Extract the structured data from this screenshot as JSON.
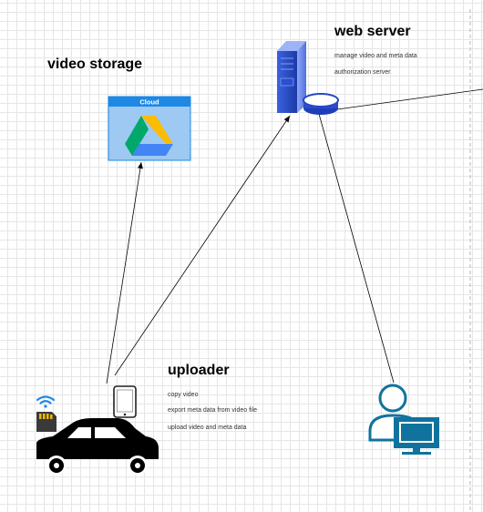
{
  "video_storage": {
    "title": "video storage",
    "cloud_label": "Cloud",
    "icon": "google-drive-icon"
  },
  "web_server": {
    "title": "web server",
    "notes": [
      "manage video and meta data",
      "authorization server"
    ],
    "icon": "server-icon"
  },
  "uploader": {
    "title": "uploader",
    "notes": [
      "copy video",
      "export meta data from video file",
      "upload video and meta data"
    ],
    "icons": [
      "car-icon",
      "smartphone-icon",
      "sd-card-icon",
      "wifi-icon"
    ]
  },
  "viewer": {
    "icon": "user-computer-icon"
  },
  "colors": {
    "cloud_header": "#1e88e5",
    "cloud_body": "#9ec9f2",
    "server_blue": "#2647c7",
    "user_teal": "#10739e",
    "grid": "#e6e6e6"
  }
}
